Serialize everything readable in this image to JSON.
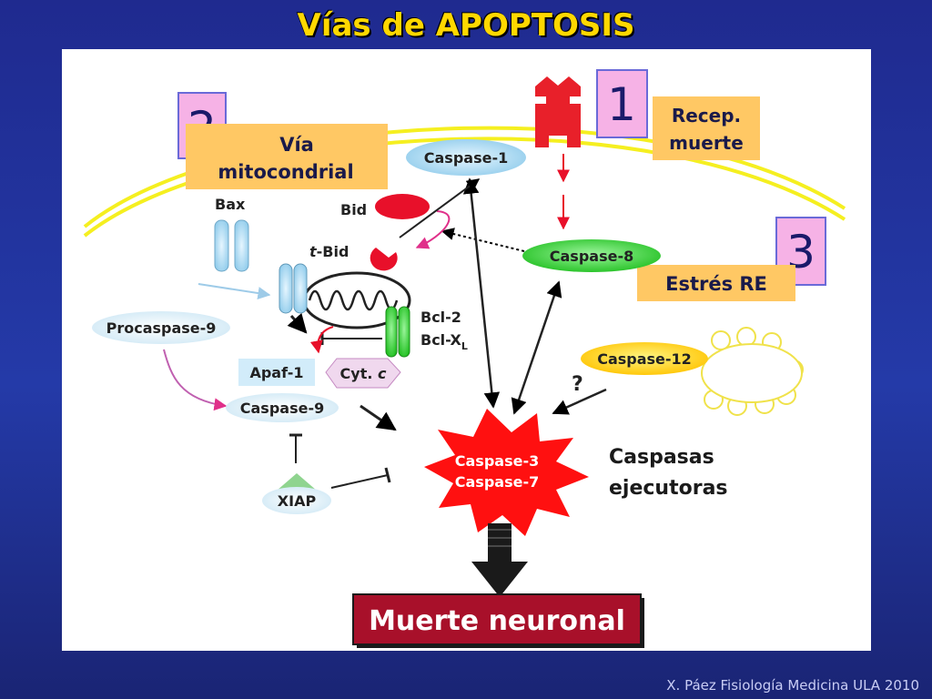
{
  "slide": {
    "title": "Vías de APOPTOSIS",
    "footer": "X. Páez Fisiología Medicina ULA 2010"
  },
  "diagram": {
    "nodes": {
      "caspase1": "Caspase-1",
      "caspase8": "Caspase-8",
      "caspase12": "Caspase-12",
      "bid": "Bid",
      "tbid_prefix": "t",
      "tbid_rest": "-Bid",
      "bax": "Bax",
      "bcl2": "Bcl-2",
      "bclxl": "Bcl-X",
      "bclxl_sub": "L",
      "procaspase9": "Procaspase-9",
      "apaf1": "Apaf-1",
      "cytc_main": "Cyt. ",
      "cytc_italic": "c",
      "caspase9": "Caspase-9",
      "caspase3": "Caspase-3",
      "caspase7": "Caspase-7",
      "xiap": "XIAP",
      "question": "?"
    },
    "labels": {
      "executioner_line1": "Caspasas",
      "executioner_line2": "ejecutoras",
      "neuronal_death": "Muerte neuronal",
      "death_receptor_line1": "Recep.",
      "death_receptor_line2": "muerte",
      "mito_pathway_line1": "Vía",
      "mito_pathway_line2": "mitocondrial",
      "er_stress": "Estrés RE"
    },
    "pathway_numbers": {
      "one": "1",
      "two": "2",
      "three": "3"
    }
  },
  "colors": {
    "background": "#2330a0",
    "title": "#ffd800",
    "label_box": "#ffc864",
    "number_box": "#f6b2e6",
    "caspase_blue": "#9ed4ee",
    "caspase8_green": "#3ed43e",
    "caspase12_yellow": "#ffd400",
    "star_red": "#ff1010",
    "death_box": "#a8102a"
  }
}
